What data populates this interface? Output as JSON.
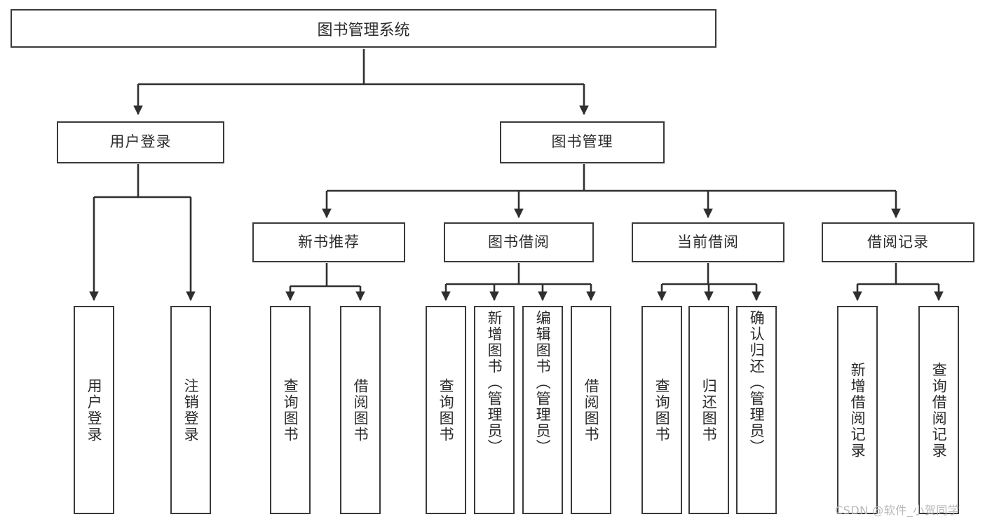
{
  "diagram": {
    "type": "hierarchy-tree",
    "title": "图书管理系统",
    "watermark": "CSDN @软件_小贺同学",
    "colors": {
      "box_border": "#3a3a3a",
      "box_fill": "#ffffff",
      "connector": "#2f2f2f",
      "text": "#2b2b2b",
      "watermark": "#b9b9b9",
      "background": "#ffffff"
    },
    "levels": {
      "root": {
        "label": "图书管理系统"
      },
      "level2": [
        {
          "label": "用户登录"
        },
        {
          "label": "图书管理"
        }
      ],
      "level3": [
        {
          "label": "新书推荐"
        },
        {
          "label": "图书借阅"
        },
        {
          "label": "当前借阅"
        },
        {
          "label": "借阅记录"
        }
      ],
      "leaves": {
        "user_login": [
          {
            "label": "用户登录"
          },
          {
            "label": "注销登录"
          }
        ],
        "new_book_recommend": [
          {
            "label": "查询图书"
          },
          {
            "label": "借阅图书"
          }
        ],
        "book_borrow": [
          {
            "label": "查询图书"
          },
          {
            "label": "新增图书（管理员）"
          },
          {
            "label": "编辑图书（管理员）"
          },
          {
            "label": "借阅图书"
          }
        ],
        "current_borrow": [
          {
            "label": "查询图书"
          },
          {
            "label": "归还图书"
          },
          {
            "label": "确认归还（管理员）"
          }
        ],
        "borrow_record": [
          {
            "label": "新增借阅记录"
          },
          {
            "label": "查询借阅记录"
          }
        ]
      }
    }
  }
}
